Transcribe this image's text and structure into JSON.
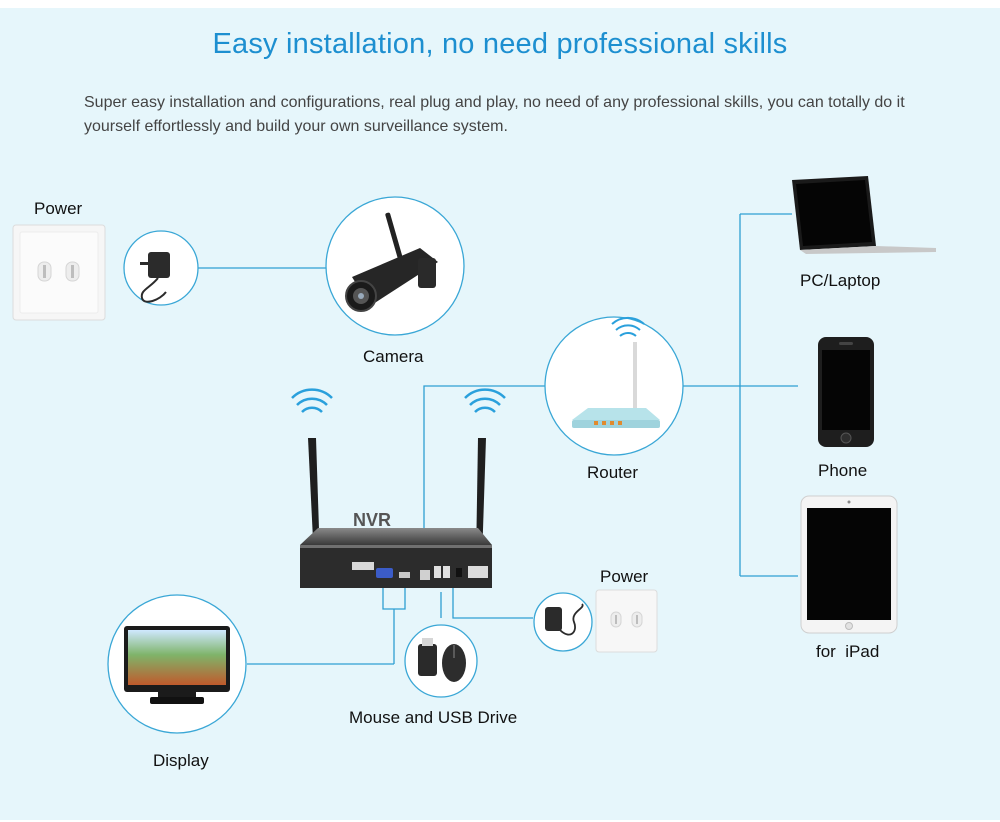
{
  "header": {
    "title": "Easy installation, no need professional skills",
    "description": "Super easy installation and configurations, real plug and play, no need of any professional skills, you can totally do it yourself effortlessly and build your own surveillance system."
  },
  "labels": {
    "power_top": "Power",
    "camera": "Camera",
    "router": "Router",
    "nvr": "NVR",
    "power_bottom": "Power",
    "mouse_usb": "Mouse and USB Drive",
    "display": "Display",
    "pc_laptop": "PC/Laptop",
    "phone": "Phone",
    "ipad": "for  iPad"
  },
  "colors": {
    "background": "#e6f6fb",
    "title": "#1d8fd0",
    "connector_line": "#2f9fd2",
    "circle_stroke": "#3aa7d6",
    "wifi_signal": "#2aa0dc"
  },
  "icons": {
    "wall_socket": "wall-socket-icon",
    "adapter": "power-adapter-icon",
    "camera": "bullet-camera-icon",
    "router": "router-icon",
    "nvr": "nvr-box-icon",
    "monitor": "monitor-icon",
    "mouse": "mouse-icon",
    "laptop": "laptop-icon",
    "phone": "phone-icon",
    "tablet": "tablet-icon",
    "wifi": "wifi-signal-icon"
  }
}
